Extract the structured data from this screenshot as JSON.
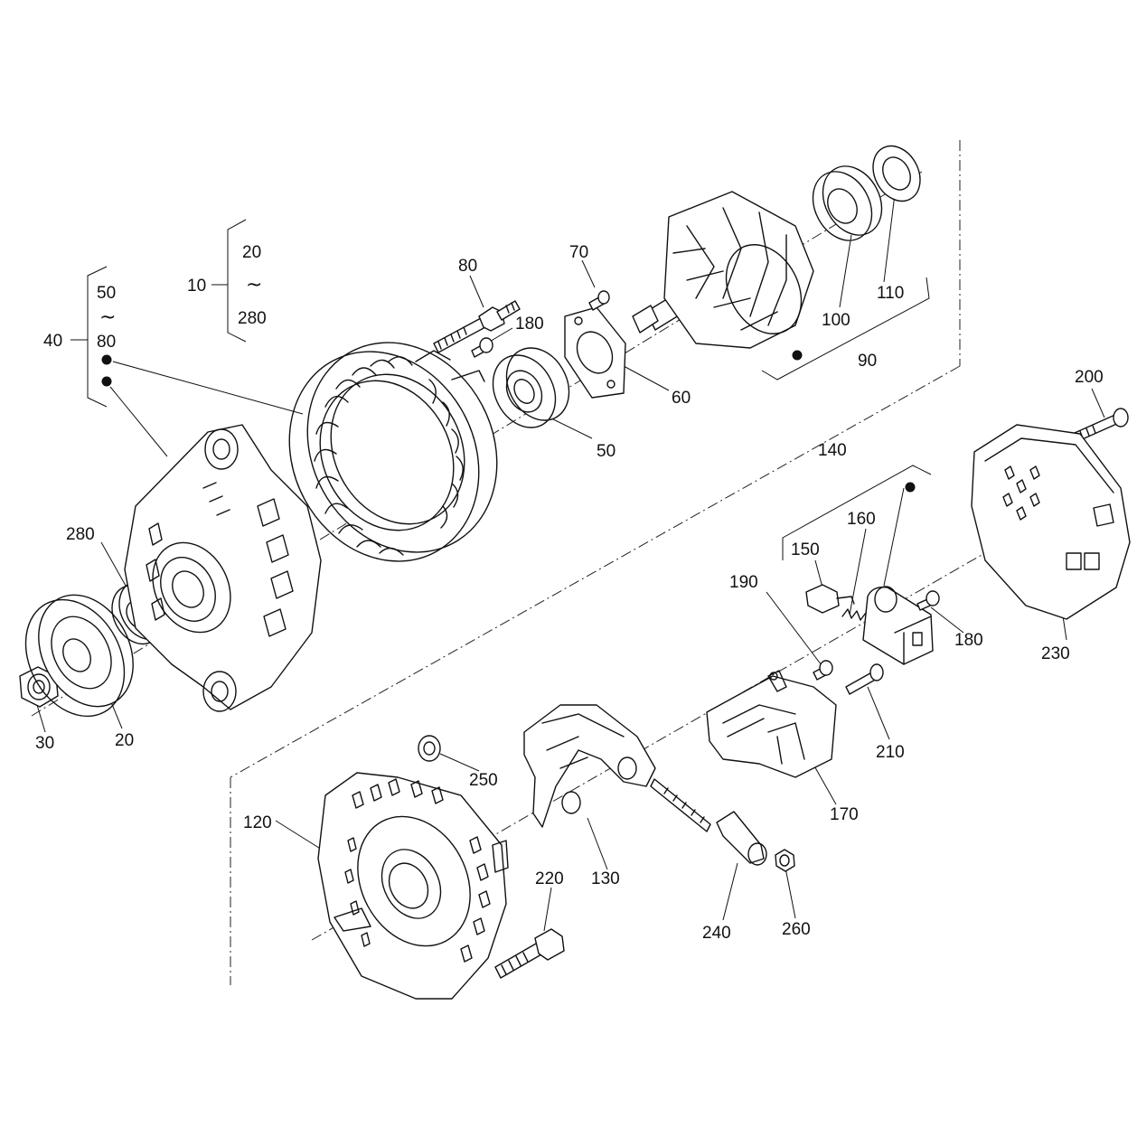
{
  "diagram": {
    "type": "exploded parts diagram",
    "callouts": {
      "c10": "10",
      "c20_group": "20",
      "c280_group": "280",
      "c40": "40",
      "c50_group": "50",
      "c80_group": "80",
      "c80": "80",
      "c70": "70",
      "c180_top": "180",
      "c60": "60",
      "c50": "50",
      "c100": "100",
      "c110": "110",
      "c90": "90",
      "c280": "280",
      "c30": "30",
      "c20": "20",
      "c200": "200",
      "c140": "140",
      "c160": "160",
      "c150": "150",
      "c190": "190",
      "c180_right": "180",
      "c230": "230",
      "c210": "210",
      "c170": "170",
      "c250": "250",
      "c120": "120",
      "c130": "130",
      "c220": "220",
      "c240": "240",
      "c260": "260"
    },
    "range_symbol": "~"
  }
}
